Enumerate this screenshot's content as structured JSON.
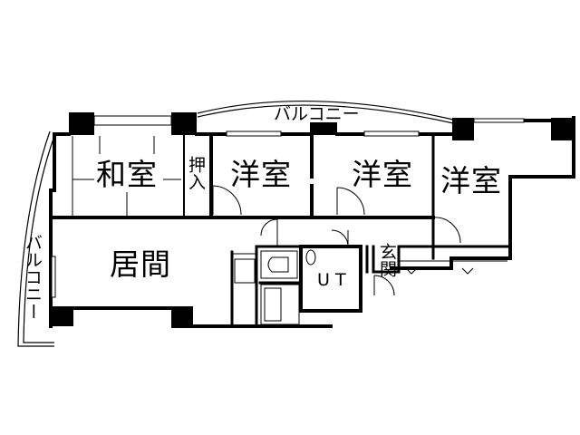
{
  "floor_plan": {
    "rooms": [
      {
        "id": "washitsu",
        "label": "和室",
        "meaning": "Japanese-style room"
      },
      {
        "id": "oshiire",
        "label": "押入",
        "meaning": "closet"
      },
      {
        "id": "yoshitsu1",
        "label": "洋室",
        "meaning": "Western-style room"
      },
      {
        "id": "yoshitsu2",
        "label": "洋室",
        "meaning": "Western-style room"
      },
      {
        "id": "yoshitsu3",
        "label": "洋室",
        "meaning": "Western-style room"
      },
      {
        "id": "ima",
        "label": "居間",
        "meaning": "living room"
      },
      {
        "id": "ut",
        "label": "U T",
        "meaning": "unit bath/toilet"
      },
      {
        "id": "genkan",
        "label": "玄関",
        "meaning": "entrance"
      }
    ],
    "balconies": [
      {
        "id": "balcony-top",
        "label": "バルコニー"
      },
      {
        "id": "balcony-left",
        "label": "バルコニー"
      }
    ],
    "colors": {
      "wall": "#000000",
      "background": "#ffffff"
    }
  }
}
